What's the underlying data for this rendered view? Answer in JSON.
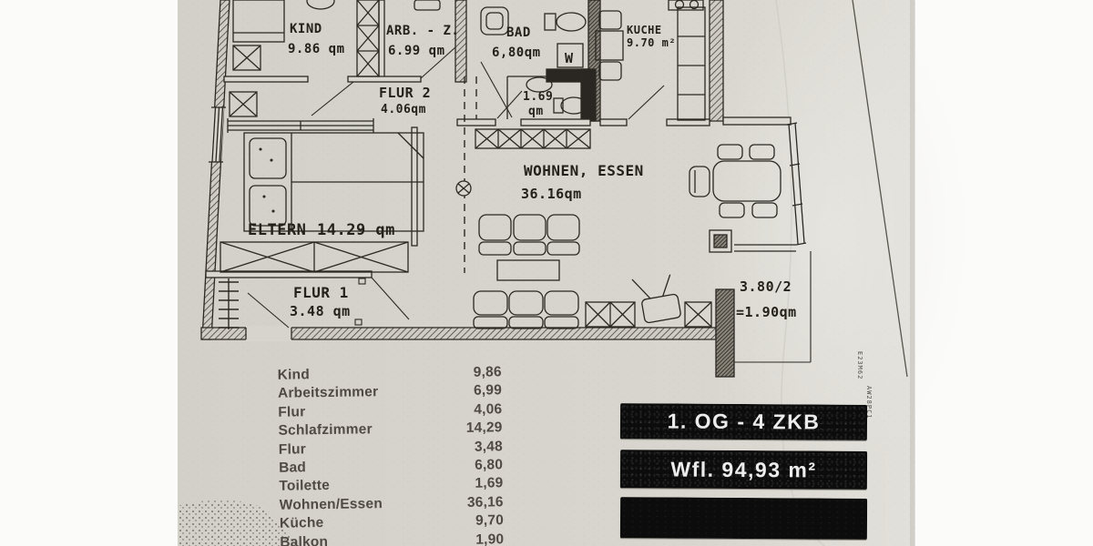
{
  "floor_plan": {
    "rooms": {
      "kind": {
        "label": "KIND",
        "area": "9.86 qm"
      },
      "arbeitszimmer": {
        "label": "ARB. - Z.",
        "area": "6.99 qm"
      },
      "bad": {
        "label": "BAD",
        "area": "6,80qm"
      },
      "flur2": {
        "label": "FLUR 2",
        "area": "4.06qm"
      },
      "toilette": {
        "area_value": "1.69",
        "area_unit": "qm"
      },
      "kueche": {
        "label": "KUCHE",
        "area": "9.70 m²"
      },
      "eltern": {
        "label": "ELTERN",
        "area": "14.29 qm"
      },
      "wohnen_essen": {
        "label": "WOHNEN, ESSEN",
        "area": "36.16qm"
      },
      "flur1": {
        "label": "FLUR 1",
        "area": "3.48 qm"
      },
      "balkon": {
        "dimension": "3.80/2",
        "area": "=1.90qm"
      }
    },
    "symbols": {
      "washing_machine": "W"
    }
  },
  "area_table": {
    "rows": [
      {
        "label": "Kind",
        "value": "9,86"
      },
      {
        "label": "Arbeitszimmer",
        "value": "6,99"
      },
      {
        "label": "Flur",
        "value": "4,06"
      },
      {
        "label": "Schlafzimmer",
        "value": "14,29"
      },
      {
        "label": "Flur",
        "value": "3,48"
      },
      {
        "label": "Bad",
        "value": "6,80"
      },
      {
        "label": "Toilette",
        "value": "1,69"
      },
      {
        "label": "Wohnen/Essen",
        "value": "36,16"
      },
      {
        "label": "Küche",
        "value": "9,70"
      },
      {
        "label": "Balkon",
        "value": "1,90"
      }
    ]
  },
  "info_labels": {
    "floor": "1. OG - 4 ZKB",
    "living_area": "Wfl. 94,93 m²"
  },
  "scan_marks": {
    "code_1": "E23M62",
    "code_2": "AW28PC1"
  },
  "colors": {
    "paper": "#d7d4cd",
    "ink": "#2b2823",
    "label_box_bg": "#0c0c0c",
    "label_box_text": "#ececec"
  }
}
